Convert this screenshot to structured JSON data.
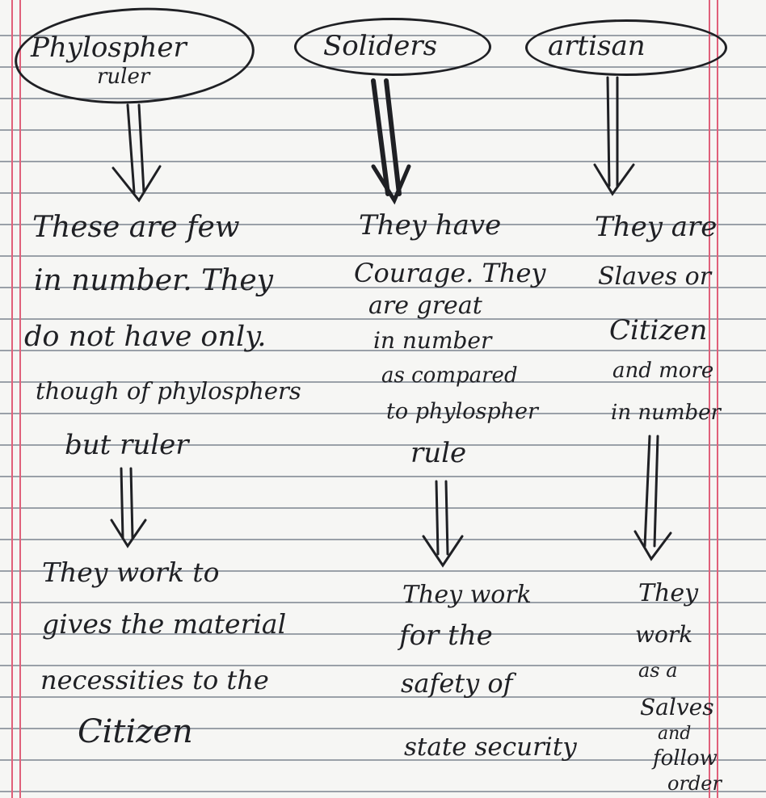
{
  "heads": {
    "philosopher": "Phylospher",
    "philosopher_sub": "ruler",
    "soldiers": "Soliders",
    "artisan": "artisan"
  },
  "col1": {
    "desc": [
      "These are few",
      "in number. They",
      "do not have only.",
      "though of phylosphers",
      "but ruler"
    ],
    "work": [
      "They work to",
      "gives the material",
      "necessities to the",
      "Citizen"
    ]
  },
  "col2": {
    "desc": [
      "They have",
      "Courage. They",
      "are great",
      "in number",
      "as compared",
      "to phylospher",
      "rule"
    ],
    "work": [
      "They work",
      "for the",
      "safety of",
      "state security"
    ]
  },
  "col3": {
    "desc": [
      "They are",
      "Slaves or",
      "Citizen",
      "and more",
      "in number"
    ],
    "work": [
      "They",
      "work",
      "as a",
      "Salves",
      "and",
      "follow",
      "order"
    ]
  },
  "colors": {
    "ink": "#1f2024",
    "margin": "#e0607a",
    "rule": "#9aa0a8"
  }
}
